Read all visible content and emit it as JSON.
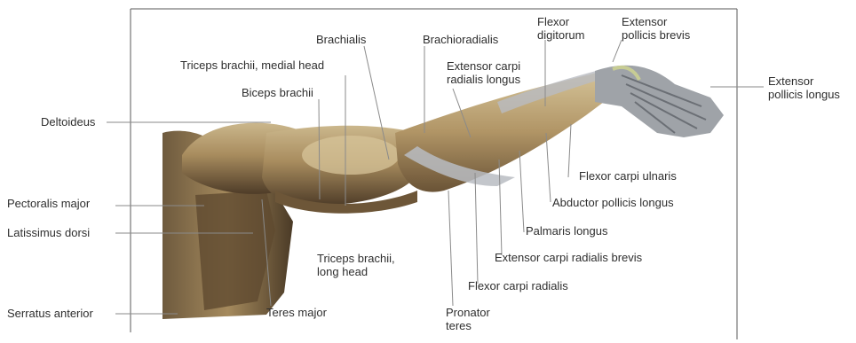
{
  "labels": {
    "deltoideus": "Deltoideus",
    "pectoralis_major": "Pectoralis major",
    "latissimus_dorsi": "Latissimus dorsi",
    "serratus_anterior": "Serratus anterior",
    "triceps_medial": "Triceps brachii, medial head",
    "biceps_brachii": "Biceps brachii",
    "brachialis": "Brachialis",
    "brachioradialis": "Brachioradialis",
    "flexor_digitorum": "Flexor\ndigitorum",
    "extensor_pollicis_brevis": "Extensor\npollicis brevis",
    "extensor_pollicis_longus": "Extensor\npollicis longus",
    "extensor_carpi_radialis_longus": "Extensor carpi\nradialis longus",
    "flexor_carpi_ulnaris": "Flexor carpi ulnaris",
    "abductor_pollicis_longus": "Abductor pollicis longus",
    "palmaris_longus": "Palmaris longus",
    "extensor_carpi_radialis_brevis": "Extensor carpi radialis brevis",
    "flexor_carpi_radialis": "Flexor carpi radialis",
    "pronator_teres": "Pronator\nteres",
    "triceps_long": "Triceps brachii,\nlong head",
    "teres_major": "Teres major"
  },
  "colors": {
    "muscle_light": "#d8c7a0",
    "muscle_mid": "#b79d6e",
    "muscle_dark": "#5c4830",
    "tendon": "#b9bcc2",
    "leader_line": "#8a8a8a",
    "frame": "#5a5a5a"
  }
}
